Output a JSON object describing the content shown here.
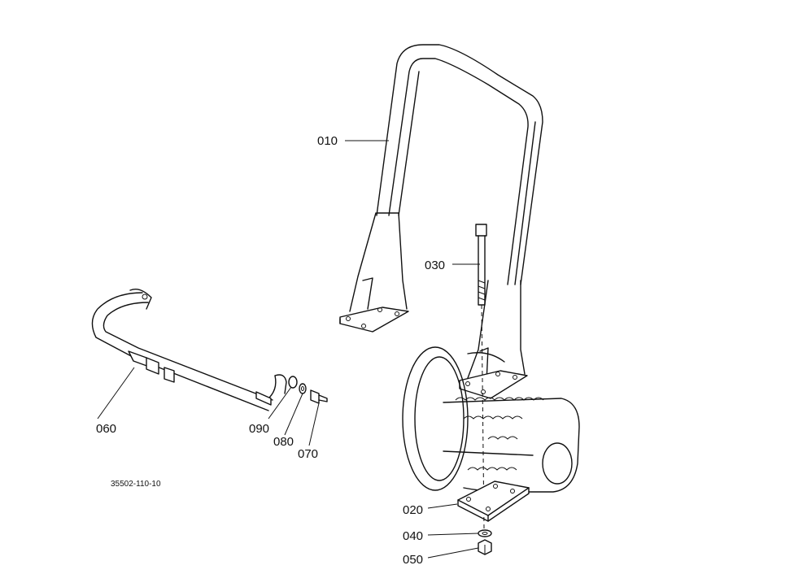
{
  "diagram_code": "35502-110-10",
  "labels": {
    "p010": "010",
    "p020": "020",
    "p030": "030",
    "p040": "040",
    "p050": "050",
    "p060": "060",
    "p070": "070",
    "p080": "080",
    "p090": "090"
  }
}
